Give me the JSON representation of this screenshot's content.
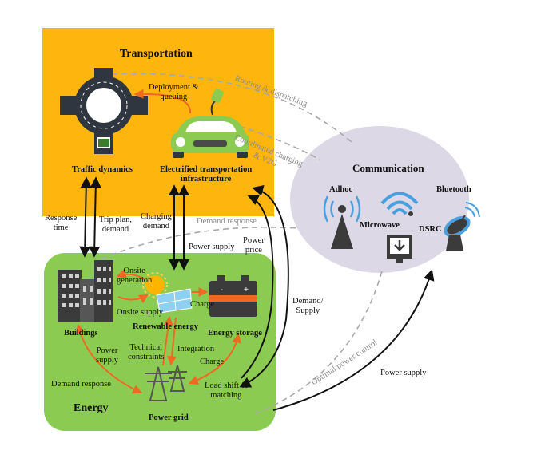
{
  "colors": {
    "transportation_box": "#FEB60F",
    "energy_box": "#8CCB52",
    "communication_ellipse": "#DCD8E6",
    "orange_arrow": "#EE6A23",
    "black_arrow": "#111111",
    "dashed_line": "#A8A8A8"
  },
  "sections": {
    "transportation": "Transportation",
    "energy": "Energy",
    "communication": "Communication"
  },
  "transportation": {
    "traffic_dynamics": "Traffic dynamics",
    "electrified_infra": [
      "Electrified transportation",
      "infrastructure"
    ],
    "deployment": [
      "Deployment &",
      "queuing"
    ]
  },
  "communication": {
    "adhoc": "Adhoc",
    "bluetooth": "Bluetooth",
    "microwave": "Microwave",
    "dsrc": "DSRC"
  },
  "energy": {
    "buildings": "Buildings",
    "renewable": "Renewable energy",
    "storage": "Energy storage",
    "power_grid": "Power grid",
    "onsite_generation": [
      "Onsite",
      "generation"
    ],
    "onsite_supply": "Onsite supply",
    "charge_top": "Charge",
    "charge_low": "Charge",
    "technical": [
      "Technical",
      "constraints"
    ],
    "integration": "Integration",
    "power_supply": [
      "Power",
      "supply"
    ],
    "demand_response": "Demand response",
    "load_shift": [
      "Load shift &",
      "matching"
    ]
  },
  "links": {
    "response_time": [
      "Response",
      "time"
    ],
    "trip_plan": [
      "Trip plan,",
      "demand"
    ],
    "charging_demand": [
      "Charging",
      "demand"
    ],
    "power_supply_vert": "Power supply",
    "power_price": [
      "Power",
      "price"
    ],
    "demand_supply": [
      "Demand/",
      "Supply"
    ],
    "power_supply_comm": "Power supply",
    "routing": "Routing & dispatching",
    "coordinated": [
      "Coordinated charging",
      "& V2G"
    ],
    "demand_response_dashed": "Demand response",
    "optimal_power": "Optimal power control"
  }
}
